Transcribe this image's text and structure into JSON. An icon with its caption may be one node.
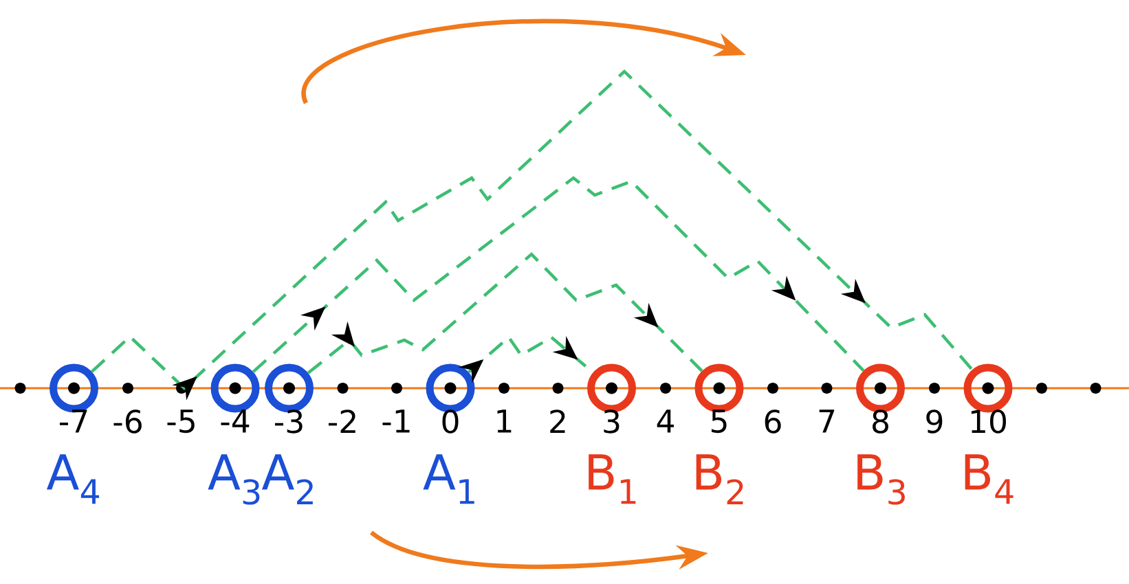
{
  "diagram": {
    "nodes": [
      {
        "text": [
          "A$_{4}$"
        ]
      },
      {
        "text": [
          "A$_{3}$"
        ]
      },
      {
        "text": [
          "A$_{2}$"
        ]
      },
      {
        "text": [
          "A$_{1}$"
        ]
      },
      {
        "text": [
          "B$_{1}$"
        ]
      },
      {
        "text": [
          "B$_{2}$"
        ]
      },
      {
        "text": [
          "B$_{3}$"
        ]
      },
      {
        "text": [
          "B$_{4}$"
        ]
      }
    ],
    "edges": [
      {
        "from": 0,
        "to": 7,
        "arrow": "to",
        "style": "dashed"
      },
      {
        "from": 1,
        "to": 6,
        "arrow": "to",
        "style": "dashed"
      },
      {
        "from": 2,
        "to": 5,
        "arrow": "to",
        "style": "dashed"
      },
      {
        "from": 3,
        "to": 4,
        "arrow": "to",
        "style": "dashed"
      }
    ],
    "labels": [
      "-7",
      "-6",
      "-5",
      "-4",
      "-3",
      "-2",
      "-1",
      "0",
      "1",
      "2",
      "3",
      "4",
      "5",
      "6",
      "7",
      "8",
      "9",
      "10"
    ]
  }
}
